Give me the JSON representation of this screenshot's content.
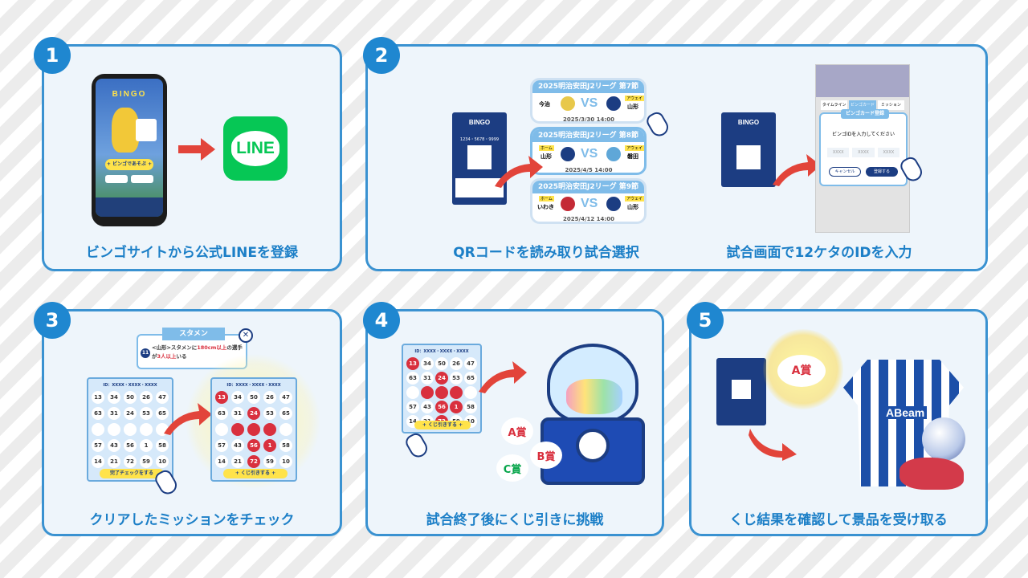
{
  "steps": [
    {
      "number": "1",
      "caption": "ビンゴサイトから公式LINEを登録"
    },
    {
      "number": "2",
      "caption_left": "QRコードを読み取り試合選択",
      "caption_right": "試合画面で12ケタのIDを入力"
    },
    {
      "number": "3",
      "caption": "クリアしたミッションをチェック"
    },
    {
      "number": "4",
      "caption": "試合終了後にくじ引きに挑戦"
    },
    {
      "number": "5",
      "caption": "くじ結果を確認して景品を受け取る"
    }
  ],
  "step1": {
    "bingo_title": "BINGO",
    "play_button": "+ ビンゴであそぶ +",
    "line_logo": "LINE"
  },
  "step2": {
    "card_title": "BINGO",
    "card_id": "1234・5678・9999",
    "matches": [
      {
        "header": "2025明治安田J2リーグ 第7節",
        "home": "今治",
        "away": "山形",
        "away_badge": "アウェイ",
        "date": "2025/3/30 14:00"
      },
      {
        "header": "2025明治安田J2リーグ 第8節",
        "home": "山形",
        "away": "磐田",
        "home_badge": "ホーム",
        "away_badge": "アウェイ",
        "date": "2025/4/5 14:00"
      },
      {
        "header": "2025明治安田J2リーグ 第9節",
        "home": "いわき",
        "away": "山形",
        "home_badge": "ホーム",
        "away_badge": "アウェイ",
        "date": "2025/4/12 14:00"
      }
    ],
    "vs": "VS",
    "tabs": [
      "タイムライン",
      "ビンゴカード",
      "ミッション"
    ],
    "dialog_title": "ビンゴカード登録",
    "dialog_prompt": "ビンゴIDを入力してください",
    "dialog_placeholder": "XXXX",
    "cancel_button": "キャンセル",
    "register_button": "登録する"
  },
  "step3": {
    "popup_title": "スタメン",
    "popup_number": "11",
    "popup_text_1": "<山形>スタメンに",
    "popup_highlight_1": "180cm以上",
    "popup_text_2": "の選手が",
    "popup_highlight_2": "3人以上",
    "popup_text_3": "いる",
    "card_id": "ID：XXXX・XXXX・XXXX",
    "check_button": "完了チェックをする",
    "lottery_button": "+ くじ引きする +",
    "grid": [
      "13",
      "34",
      "50",
      "26",
      "47",
      "63",
      "31",
      "24",
      "53",
      "65",
      "",
      "",
      "",
      "",
      "",
      "57",
      "43",
      "56",
      "1",
      "58",
      "14",
      "21",
      "72",
      "59",
      "10"
    ],
    "hits": [
      0,
      7,
      11,
      12,
      13,
      17,
      18,
      22
    ]
  },
  "step4": {
    "card_id": "ID：XXXX・XXXX・XXXX",
    "lottery_button": "+ くじ引きする +",
    "prize_a": "A賞",
    "prize_b": "B賞",
    "prize_c": "C賞"
  },
  "step5": {
    "prize": "A賞",
    "jersey_sponsor": "ABeam"
  },
  "colors": {
    "accent": "#1f87d0",
    "border": "#3a92d1",
    "panel": "#eef5fb",
    "line_green": "#06c755",
    "navy": "#1c3d82",
    "hit_red": "#d9303e"
  }
}
